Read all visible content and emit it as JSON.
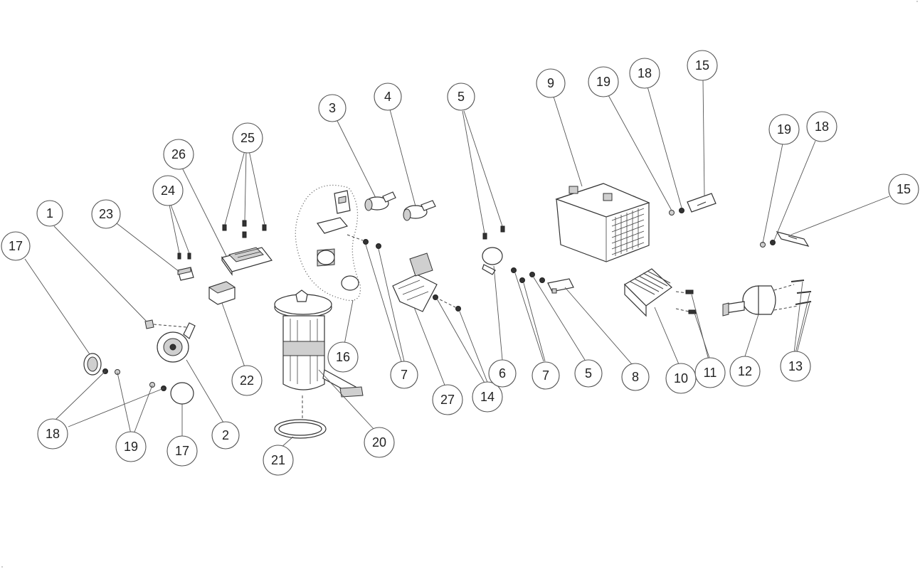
{
  "callouts": [
    "17",
    "1",
    "23",
    "24",
    "26",
    "25",
    "3",
    "4",
    "5",
    "9",
    "19",
    "18",
    "15",
    "19",
    "18",
    "15",
    "22",
    "16",
    "7",
    "27",
    "14",
    "6",
    "7",
    "5",
    "8",
    "10",
    "11",
    "12",
    "13",
    "18",
    "19",
    "17",
    "2",
    "20",
    "21"
  ],
  "colors": {
    "line": "#555555",
    "part_stroke": "#333333",
    "background": "#ffffff"
  }
}
